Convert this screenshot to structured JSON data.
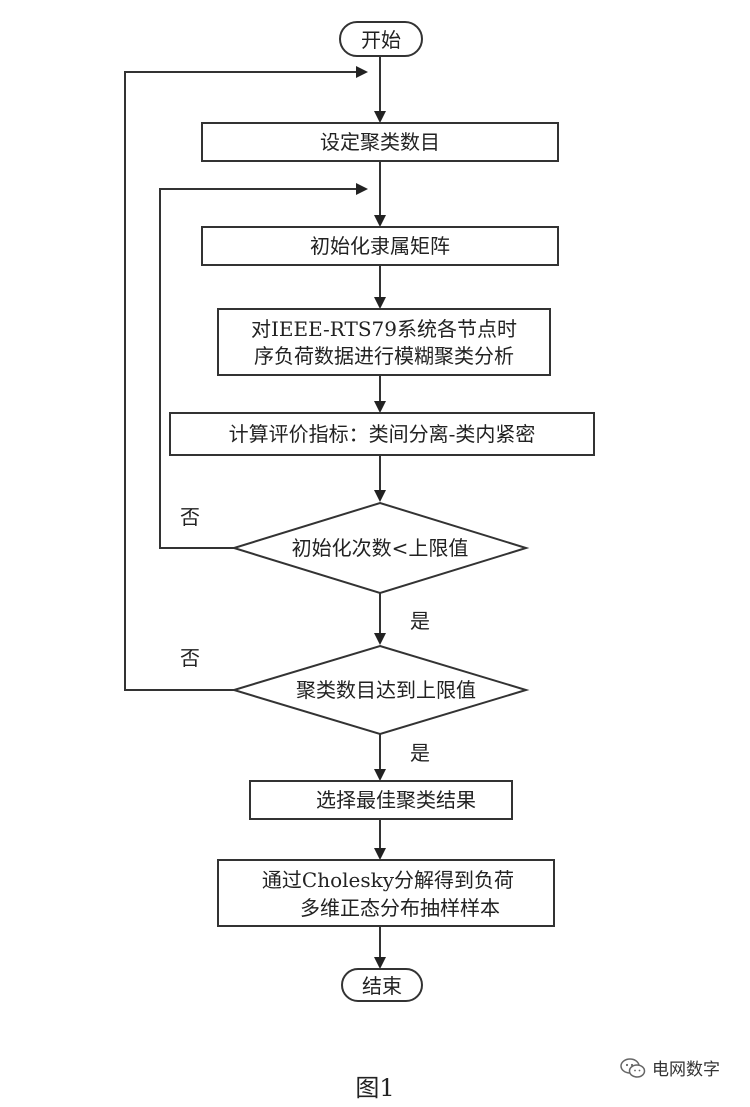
{
  "flowchart": {
    "start": "开始",
    "end": "结束",
    "steps": {
      "set_cluster_number": "设定聚类数目",
      "init_membership_matrix": "初始化隶属矩阵",
      "fuzzy_clustering_line1": "对IEEE-RTS79系统各节点时",
      "fuzzy_clustering_line2": "序负荷数据进行模糊聚类分析",
      "compute_indicator": "计算评价指标：类间分离-类内紧密",
      "select_best_result": "选择最佳聚类结果",
      "cholesky_line1": "通过Cholesky分解得到负荷",
      "cholesky_line2": "多维正态分布抽样样本"
    },
    "decisions": {
      "init_count_check": "初始化次数<上限值",
      "cluster_count_check": "聚类数目达到上限值"
    },
    "labels": {
      "no_1": "否",
      "yes_1": "是",
      "no_2": "否",
      "yes_2": "是"
    }
  },
  "caption": "图1",
  "watermark": {
    "text": "电网数字",
    "icon": "wechat-icon"
  }
}
